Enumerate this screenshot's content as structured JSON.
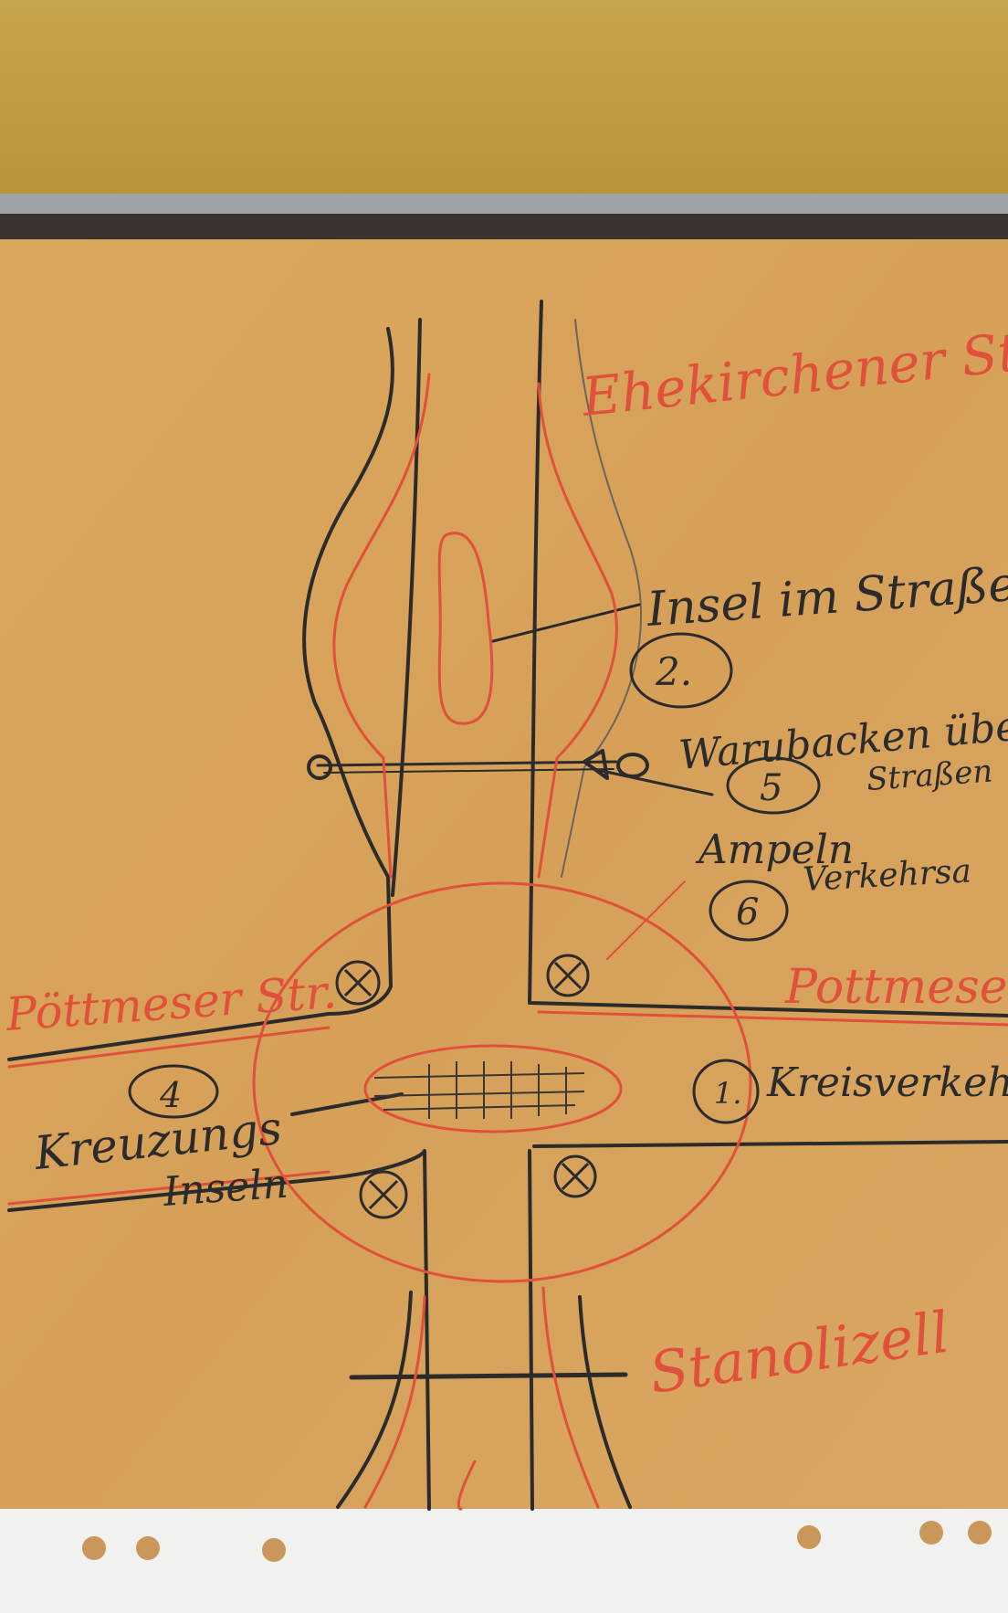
{
  "photo": {
    "subject": "flipchart-sketch",
    "colors": {
      "wall": "#c9a64a",
      "paper": "#d7a35a",
      "ink_black": "#2a2a2a",
      "ink_red": "#e0503a",
      "rail": "#9aa0a3",
      "strip": "#f1f1f0"
    }
  },
  "labels": {
    "street_top": "Ehekirchener Str",
    "island": "Insel im Straße",
    "num2": "2.",
    "crosswalk_line1": "Warubacken übe",
    "crosswalk_line2": "Straßen",
    "num5": "5",
    "lights": "Ampeln",
    "num6": "6",
    "traffic": "Verkehrsa",
    "pottmeser_right": "Pottmeser",
    "pottmeser_left": "Pöttmeser Str.",
    "num1": "1.",
    "roundabout": "Kreisverkehr",
    "num4": "4",
    "intersection_line1": "Kreuzungs",
    "intersection_line2": "Inseln",
    "bottom_street": "Stanolizell"
  }
}
